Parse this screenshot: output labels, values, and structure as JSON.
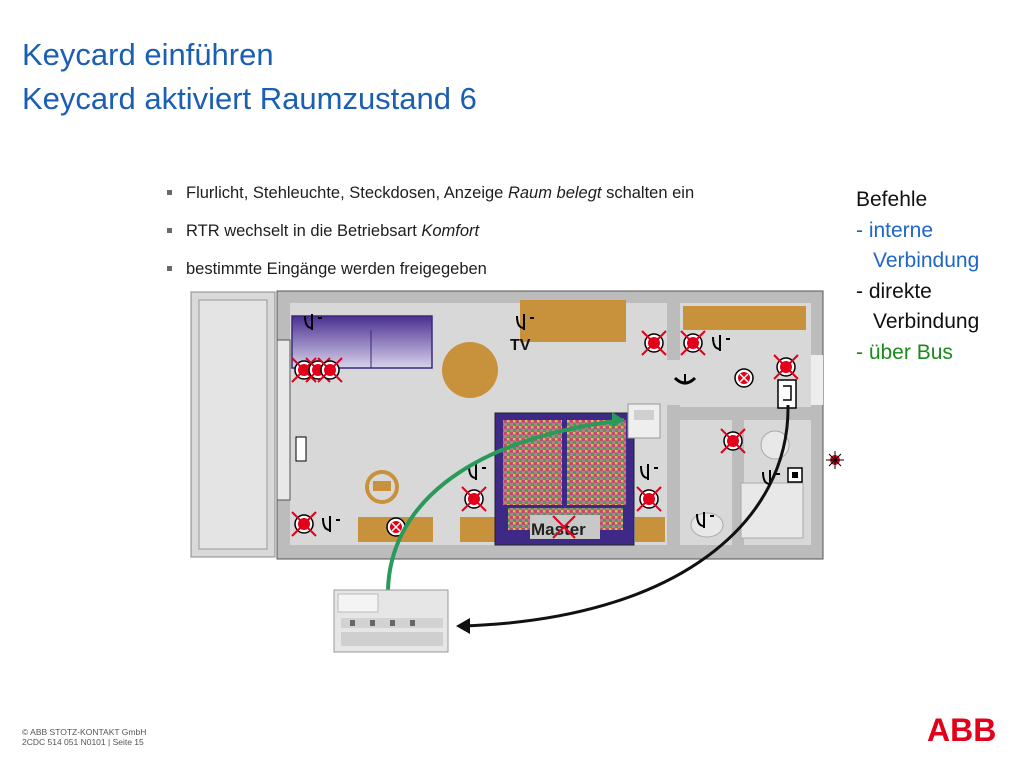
{
  "title": {
    "line1": "Keycard einführen",
    "line2": "Keycard aktiviert Raumzustand 6"
  },
  "bullets": [
    {
      "text": "Flurlicht, Stehleuchte, Steckdosen, Anzeige ",
      "em": "Raum belegt",
      "after": " schalten ein"
    },
    {
      "text": "RTR wechselt in die Betriebsart ",
      "em": "Komfort",
      "after": ""
    },
    {
      "text": "bestimmte Eingänge werden freigegeben",
      "em": "",
      "after": ""
    }
  ],
  "legend": {
    "heading": "Befehle",
    "items": [
      {
        "lines": [
          "- interne",
          "  Verbindung"
        ],
        "color": "#2066c8"
      },
      {
        "lines": [
          "- direkte",
          "  Verbindung"
        ],
        "color": "#111111"
      },
      {
        "lines": [
          "- über Bus"
        ],
        "color": "#1a8a1a"
      }
    ]
  },
  "plan": {
    "tv_label": "TV",
    "bed_label": "Master"
  },
  "footer": {
    "line1": "© ABB STOTZ-KONTAKT GmbH",
    "line2": "2CDC 514 051 N0101 | Seite 15"
  },
  "logo": {
    "text": "ABB",
    "color": "#e2001a"
  },
  "colors": {
    "title": "#1a5fb4",
    "wall": "#b9b9b9",
    "floor": "#d6d6d6",
    "wood": "#c8913c",
    "sofa": "#5b3fa0",
    "lamp_red": "#e2001a",
    "bus_arrow": "#2a9a5a",
    "direct_arrow": "#111111"
  }
}
